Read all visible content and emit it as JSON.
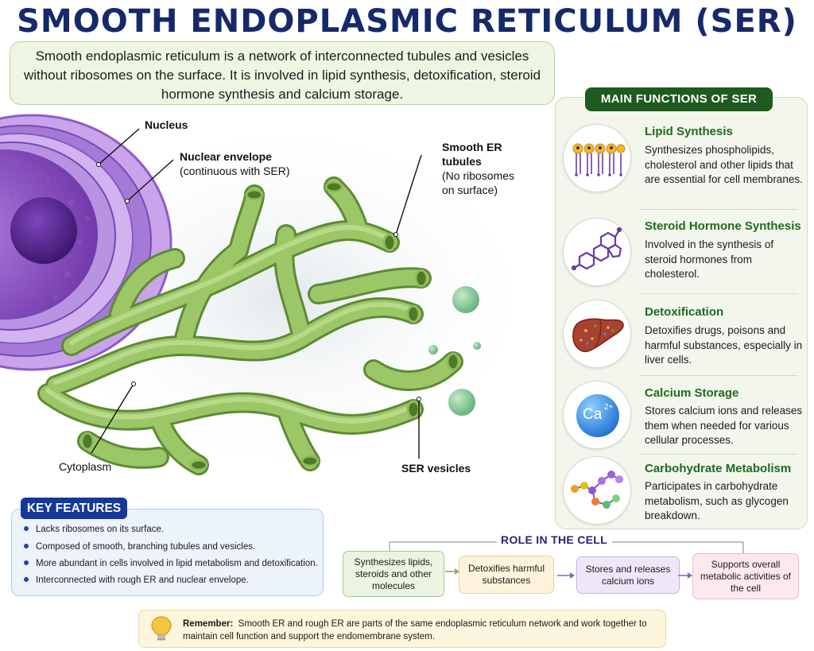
{
  "title": "SMOOTH ENDOPLASMIC RETICULUM (SER)",
  "intro": "Smooth endoplasmic reticulum is a network of interconnected tubules and vesicles without ribosomes on the surface. It is involved in lipid synthesis, detoxification, steroid hormone synthesis and calcium storage.",
  "illustration": {
    "labels": {
      "nucleus": "Nucleus",
      "nuclear_envelope": "Nuclear envelope",
      "nuclear_envelope_note": "(continuous with SER)",
      "ser_tubules_line1": "Smooth ER",
      "ser_tubules_line2": "tubules",
      "ser_tubules_note1": "(No ribosomes",
      "ser_tubules_note2": "on surface)",
      "cytoplasm": "Cytoplasm",
      "ser_vesicles": "SER vesicles"
    },
    "colors": {
      "nucleus": "#7a3fb0",
      "nucleolus": "#4a1d7e",
      "envelope": "#b68be0",
      "ser": "#9cc766",
      "ser_dark": "#5f8a36"
    }
  },
  "functions": {
    "header": "MAIN FUNCTIONS OF SER",
    "items": [
      {
        "title": "Lipid Synthesis",
        "desc": "Synthesizes phospholipids, cholesterol and other lipids that are essential for cell membranes.",
        "icon": "phospholipid-icon"
      },
      {
        "title": "Steroid Hormone Synthesis",
        "desc": "Involved in the synthesis of steroid hormones from cholesterol.",
        "icon": "steroid-molecule-icon"
      },
      {
        "title": "Detoxification",
        "desc": "Detoxifies drugs, poisons and harmful substances, especially in liver cells.",
        "icon": "liver-icon"
      },
      {
        "title": "Calcium Storage",
        "desc": "Stores calcium ions and releases them when needed for various cellular processes.",
        "icon": "calcium-ion-icon",
        "ion_label": "Ca",
        "ion_charge": "2+"
      },
      {
        "title": "Carbohydrate Metabolism",
        "desc": "Participates in carbohydrate metabolism, such as glycogen breakdown.",
        "icon": "glycogen-chain-icon"
      }
    ]
  },
  "key_features": {
    "header": "KEY FEATURES",
    "items": [
      "Lacks ribosomes on its surface.",
      "Composed of smooth, branching tubules and vesicles.",
      "More abundant in cells involved in lipid metabolism and detoxification.",
      "Interconnected with rough ER and nuclear envelope."
    ]
  },
  "role": {
    "title": "ROLE IN THE CELL",
    "steps": [
      {
        "text": "Synthesizes lipids, steroids and other molecules",
        "bg": "#eaf4e0",
        "border": "#a9cc8c"
      },
      {
        "text": "Detoxifies harmful substances",
        "bg": "#fdf3dc",
        "border": "#e8d39a"
      },
      {
        "text": "Stores and releases calcium ions",
        "bg": "#efe7f8",
        "border": "#c6b1e3"
      },
      {
        "text": "Supports overall metabolic activities of the cell",
        "bg": "#fde8ee",
        "border": "#eeb7c8"
      }
    ]
  },
  "remember": {
    "label": "Remember:",
    "text": "Smooth ER and rough ER are parts of the same endoplasmic reticulum network and work together to maintain cell function and support the endomembrane system."
  }
}
